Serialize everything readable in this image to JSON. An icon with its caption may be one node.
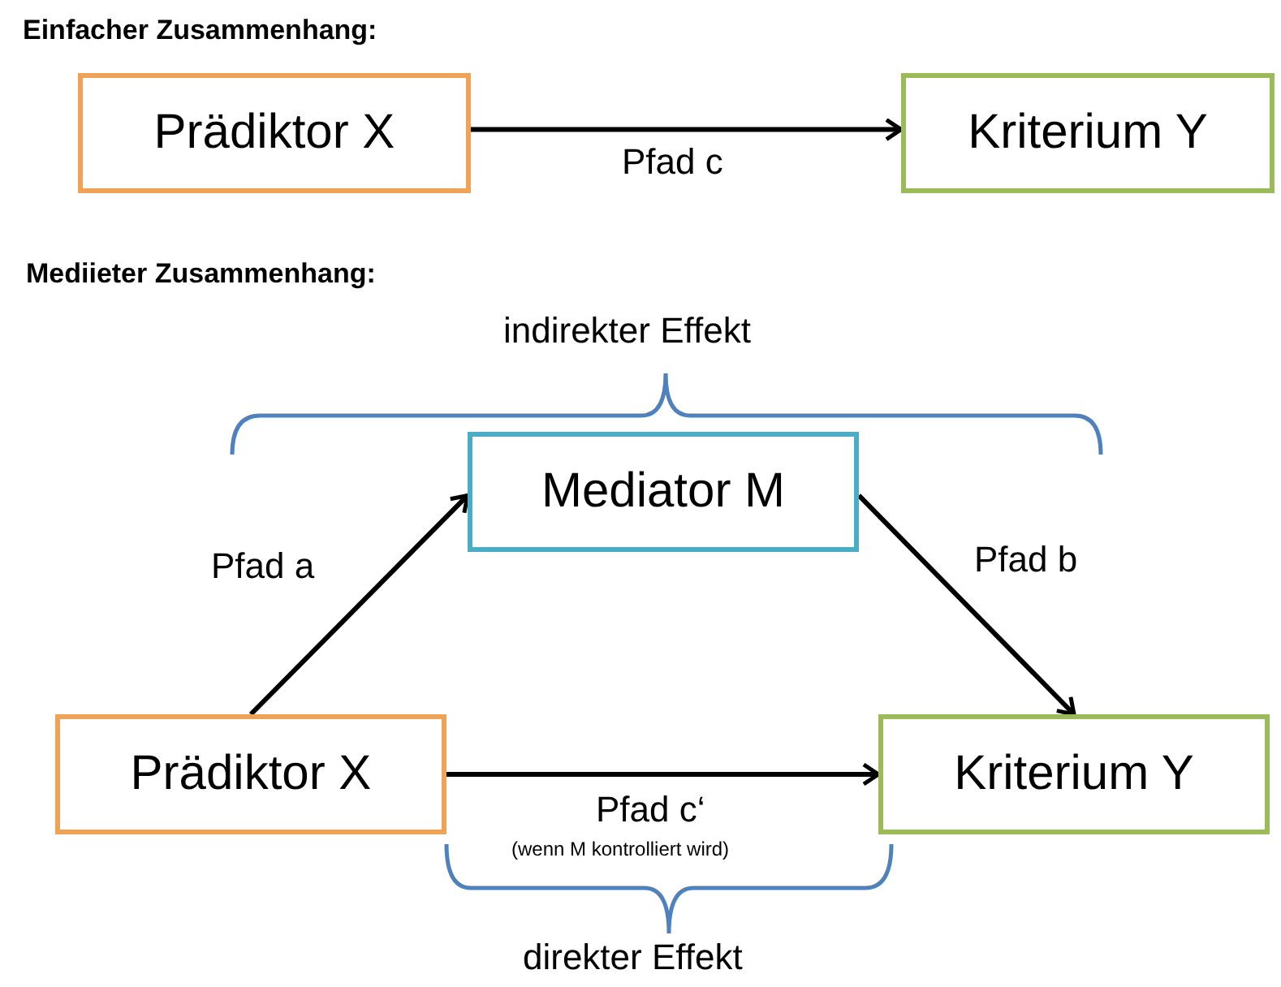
{
  "diagram": {
    "nodes": [
      {
        "text": [
          "Prädiktor X"
        ]
      },
      {
        "text": [
          "Kriterium Y"
        ]
      },
      {
        "text": [
          "Mediator M"
        ]
      },
      {
        "text": [
          "Prädiktor X"
        ]
      },
      {
        "text": [
          "Kriterium Y"
        ]
      }
    ],
    "edges": [
      {
        "from": 0,
        "to": 1,
        "arrow": "to",
        "label": "Pfad c"
      },
      {
        "from": 3,
        "to": 2,
        "arrow": "to",
        "label": "Pfad a"
      },
      {
        "from": 2,
        "to": 4,
        "arrow": "to",
        "label": "Pfad b"
      },
      {
        "from": 3,
        "to": 4,
        "arrow": "to",
        "label": "Pfad c‘"
      }
    ],
    "labels": [
      "Einfacher Zusammenhang:",
      "Mediieter Zusammenhang:",
      "indirekter Effekt",
      "(wenn M kontrolliert wird)",
      "direkter Effekt"
    ]
  }
}
